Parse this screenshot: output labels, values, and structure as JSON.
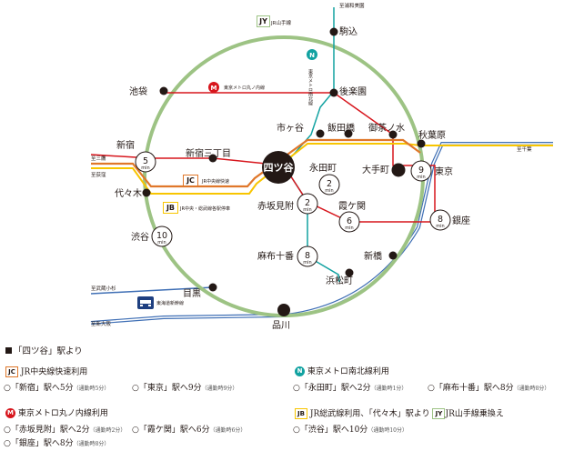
{
  "stations": {
    "yotsuya": "四ツ谷",
    "komagome": "駒込",
    "ikebukuro": "池袋",
    "korakuen": "後楽園",
    "shinjuku": "新宿",
    "shinjuku_sanchome": "新宿三丁目",
    "ichigaya": "市ヶ谷",
    "iidabashi": "飯田橋",
    "ochanomizu": "御茶ノ水",
    "akihabara": "秋葉原",
    "nagatacho": "永田町",
    "otemachi": "大手町",
    "tokyo": "東京",
    "yoyogi": "代々木",
    "akasaka_mitsuke": "赤坂見附",
    "kasumigaseki": "霞ケ関",
    "ginza": "銀座",
    "shibuya": "渋谷",
    "azabu_juban": "麻布十番",
    "shimbashi": "新橋",
    "meguro": "目黒",
    "hamamatsucho": "浜松町",
    "shinagawa": "品川"
  },
  "directions": {
    "urawa_misono": "至浦和美園",
    "mitaka": "至三鷹",
    "ogikubo": "至荻窪",
    "chiba": "至千葉",
    "musashi_kosugi": "至武蔵小杉",
    "shin_osaka": "至新大阪"
  },
  "minutes": {
    "shinjuku": "5",
    "tokyo": "9",
    "nagatacho": "2",
    "akasaka_mitsuke": "2",
    "kasumigaseki": "6",
    "ginza": "8",
    "shibuya": "10",
    "azabu_juban": "8",
    "unit": "min"
  },
  "line_labels": {
    "jy_code": "JY",
    "jy_name": "JR山手線",
    "n_code": "N",
    "n_name": "東京メトロ南北線",
    "m_code": "M",
    "m_name": "東京メトロ丸ノ内線",
    "jc_code": "JC",
    "jc_name": "JR中央線快速",
    "jb_code": "JB",
    "jb_name": "JR中央・総武線各駅停車",
    "shinkansen_name": "東海道新幹線"
  },
  "colors": {
    "yamanote": "#9dc384",
    "namboku": "#12a2a1",
    "marunouchi": "#d7161d",
    "chuo": "#e0772a",
    "sobu": "#f8c500",
    "shinkansen": "#3f6fb5",
    "hub": "#231815"
  },
  "legend": {
    "title": "「四ツ谷」駅より",
    "jc": {
      "heading": "JR中央線快速利用",
      "item1": "○「新宿」駅へ5分",
      "item1_note": "（通勤時5分）",
      "item2": "○「東京」駅へ9分",
      "item2_note": "（通勤時9分）"
    },
    "n": {
      "heading": "東京メトロ南北線利用",
      "item1": "○「永田町」駅へ2分",
      "item1_note": "（通勤時1分）",
      "item2": "○「麻布十番」駅へ8分",
      "item2_note": "（通勤時8分）"
    },
    "m": {
      "heading": "東京メトロ丸ノ内線利用",
      "item1": "○「赤坂見附」駅へ2分",
      "item1_note": "（通勤時2分）",
      "item2": "○「霞ケ関」駅へ6分",
      "item2_note": "（通勤時6分）",
      "item3": "○「銀座」駅へ8分",
      "item3_note": "（通勤時8分）"
    },
    "jb": {
      "heading_pre": "JR総武線利用、「代々木」駅より",
      "heading_post": "JR山手線乗換え",
      "item1": "○「渋谷」駅へ10分",
      "item1_note": "（通勤時10分）"
    }
  }
}
